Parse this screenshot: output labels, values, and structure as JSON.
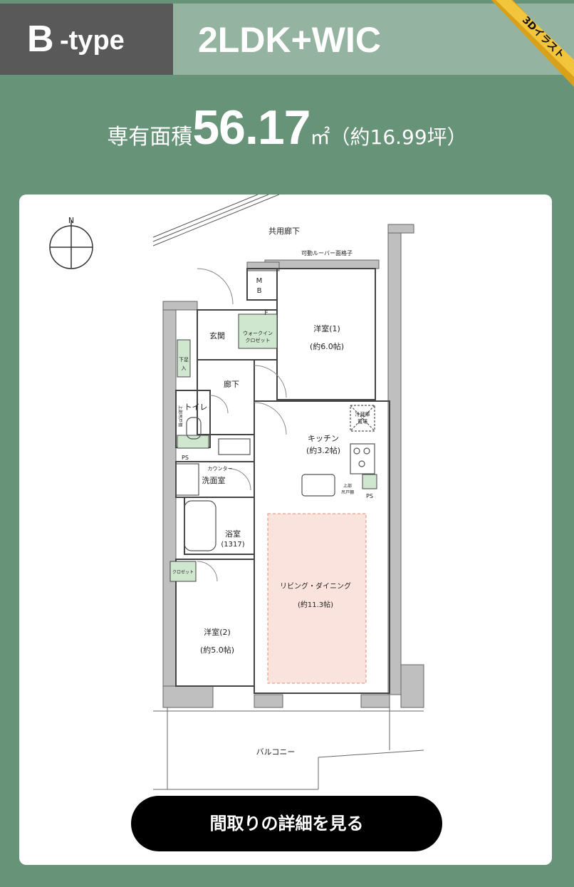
{
  "header": {
    "type_letter": "B",
    "type_suffix": "-type",
    "plan_name": "2LDK+WIC",
    "badge": "3Dイラスト"
  },
  "area": {
    "label": "専有面積",
    "value": "56.17",
    "unit": "㎡",
    "tsubo": "（約16.99坪）"
  },
  "floorplan": {
    "corridor": "共用廊下",
    "louver": "可動ルーバー面格子",
    "mb_m": "M",
    "mb_b": "B",
    "f": "F",
    "genkan": "玄関",
    "wic_1": "ウォークイン",
    "wic_2": "クロゼット",
    "yoshitsu1": "洋室(1)",
    "yoshitsu1_size": "(約6.0帖)",
    "shoes_1": "下足",
    "shoes_2": "入",
    "roka": "廊下",
    "toilet": "トイレ",
    "toilet_shelf": "上部吊戸棚",
    "ps1": "PS",
    "counter": "カウンター",
    "washroom": "洗面室",
    "bath": "浴室",
    "bath_size": "(1317)",
    "kitchen": "キッチン",
    "kitchen_size": "(約3.2帖)",
    "fridge_1": "冷蔵庫",
    "fridge_2": "置場",
    "kitchen_shelf_1": "上部",
    "kitchen_shelf_2": "吊戸棚",
    "ps2": "PS",
    "closet": "クロゼット",
    "ldk": "リビング・ダイニング",
    "ldk_size": "(約11.3帖)",
    "yoshitsu2": "洋室(2)",
    "yoshitsu2_size": "(約5.0帖)",
    "balcony": "バルコニー",
    "north": "N"
  },
  "cta": {
    "label": "間取りの詳細を見る"
  }
}
